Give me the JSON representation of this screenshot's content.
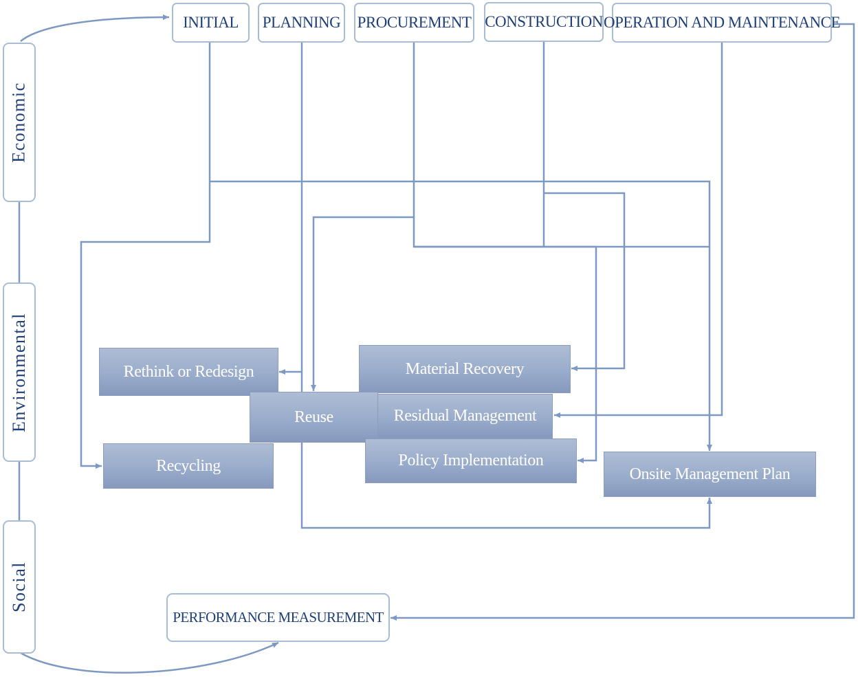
{
  "phases": {
    "initial": "INITIAL",
    "planning": "PLANNING",
    "procurement": "PROCUREMENT",
    "construction": "CONSTRUCTION",
    "operation": "OPERATION AND MAINTENANCE"
  },
  "dimensions": {
    "economic": "Economic",
    "environmental": "Environmental",
    "social": "Social"
  },
  "strategies": {
    "rethink": "Rethink or Redesign",
    "material_recovery": "Material Recovery",
    "reuse": "Reuse",
    "residual_management": "Residual Management",
    "recycling": "Recycling",
    "policy_implementation": "Policy Implementation",
    "onsite_plan": "Onsite Management Plan"
  },
  "performance": "PERFORMANCE MEASUREMENT",
  "colors": {
    "connector": "#7d99c2",
    "box_fill": "#9aaccb",
    "label_text": "#1f3f78",
    "outline": "#a9bcd4"
  }
}
